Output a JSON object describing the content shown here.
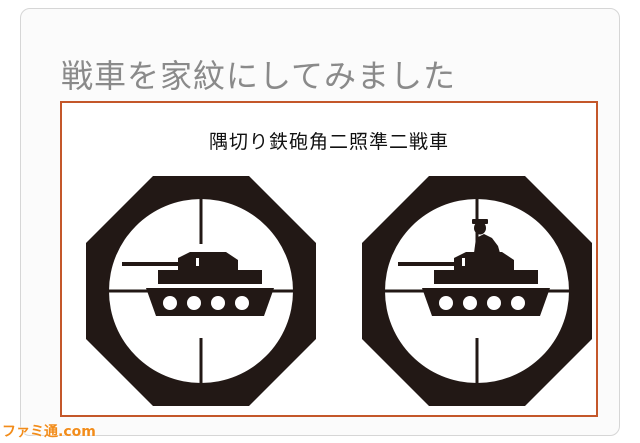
{
  "slide": {
    "title": "戦車を家紋にしてみました",
    "crest_caption": "隅切り鉄砲角二照準二戦車"
  },
  "crests": [
    {
      "variant": "tank",
      "icon": "tank-crest-icon"
    },
    {
      "variant": "tank-with-commander",
      "icon": "tank-commander-crest-icon"
    }
  ],
  "colors": {
    "frame_border": "#c4572a",
    "crest_ink": "#221815",
    "title_text": "#8a8a8a",
    "watermark": "#f28c1a"
  },
  "watermark": {
    "text": "ファミ通.com"
  }
}
